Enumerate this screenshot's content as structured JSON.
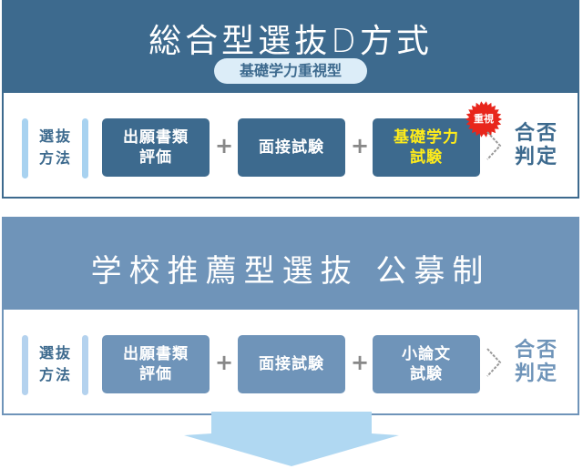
{
  "panels": [
    {
      "title": "総合型選抜D方式",
      "subtitle": "基礎学力重視型",
      "method_label_1": "選抜",
      "method_label_2": "方法",
      "steps": [
        {
          "line1": "出願書類",
          "line2": "評価"
        },
        {
          "line1": "面接試験",
          "line2": ""
        },
        {
          "line1": "基礎学力",
          "line2": "試験",
          "highlight": true,
          "badge": "重視"
        }
      ],
      "operator": "+",
      "result_1": "合否",
      "result_2": "判定",
      "color": "#3d6a8e"
    },
    {
      "title": "学校推薦型選抜 公募制",
      "method_label_1": "選抜",
      "method_label_2": "方法",
      "steps": [
        {
          "line1": "出願書類",
          "line2": "評価"
        },
        {
          "line1": "面接試験",
          "line2": ""
        },
        {
          "line1": "小論文",
          "line2": "試験"
        }
      ],
      "operator": "+",
      "result_1": "合否",
      "result_2": "判定",
      "color": "#6f94b9"
    }
  ],
  "colors": {
    "highlight_text": "#ffec1a",
    "badge": "#e8261c",
    "arrow": "#b0d8f2"
  }
}
